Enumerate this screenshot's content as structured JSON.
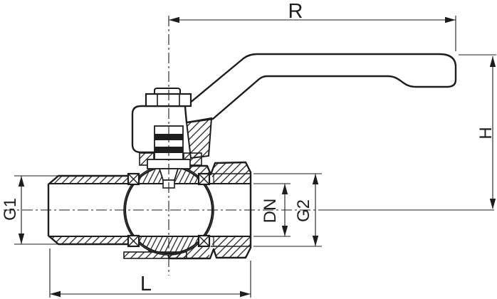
{
  "drawing": {
    "type": "technical-section-drawing",
    "subject": "two-piece ball valve with lever handle, male inlet thread and female outlet thread, shown in section",
    "background_color": "#ffffff",
    "line_color": "#1d1d1b",
    "dimensions": {
      "R": "R",
      "H": "H",
      "G1": "G1",
      "DN": "DN",
      "G2": "G2",
      "L": "L"
    }
  }
}
